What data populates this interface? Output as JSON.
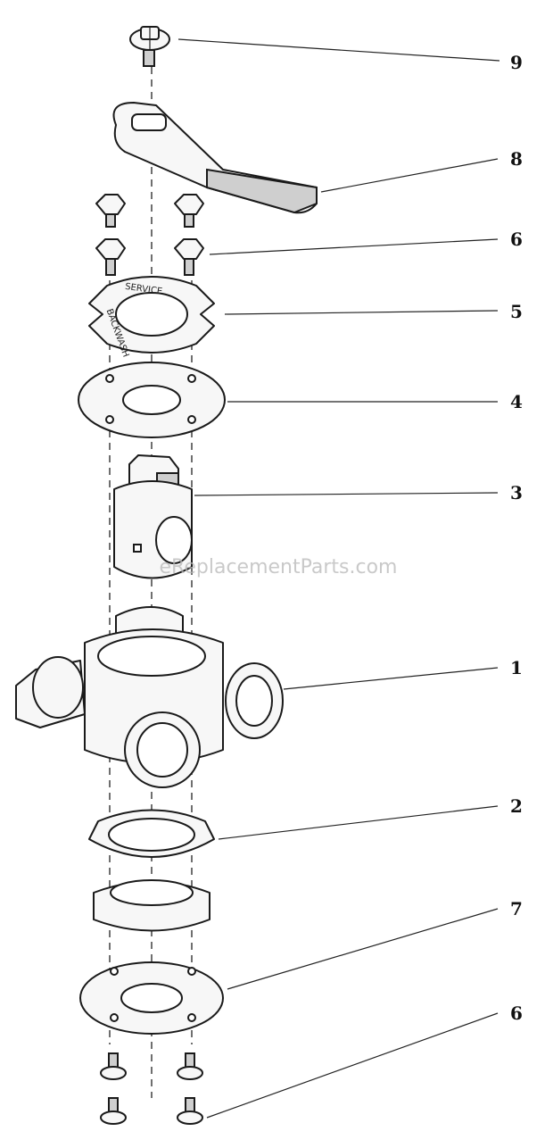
{
  "watermark": "eReplacementParts.com",
  "disc_labels": {
    "top": "SERVICE",
    "left": "BACKWASH"
  },
  "callouts": [
    "9",
    "8",
    "6",
    "5",
    "4",
    "3",
    "1",
    "2",
    "7",
    "6"
  ]
}
